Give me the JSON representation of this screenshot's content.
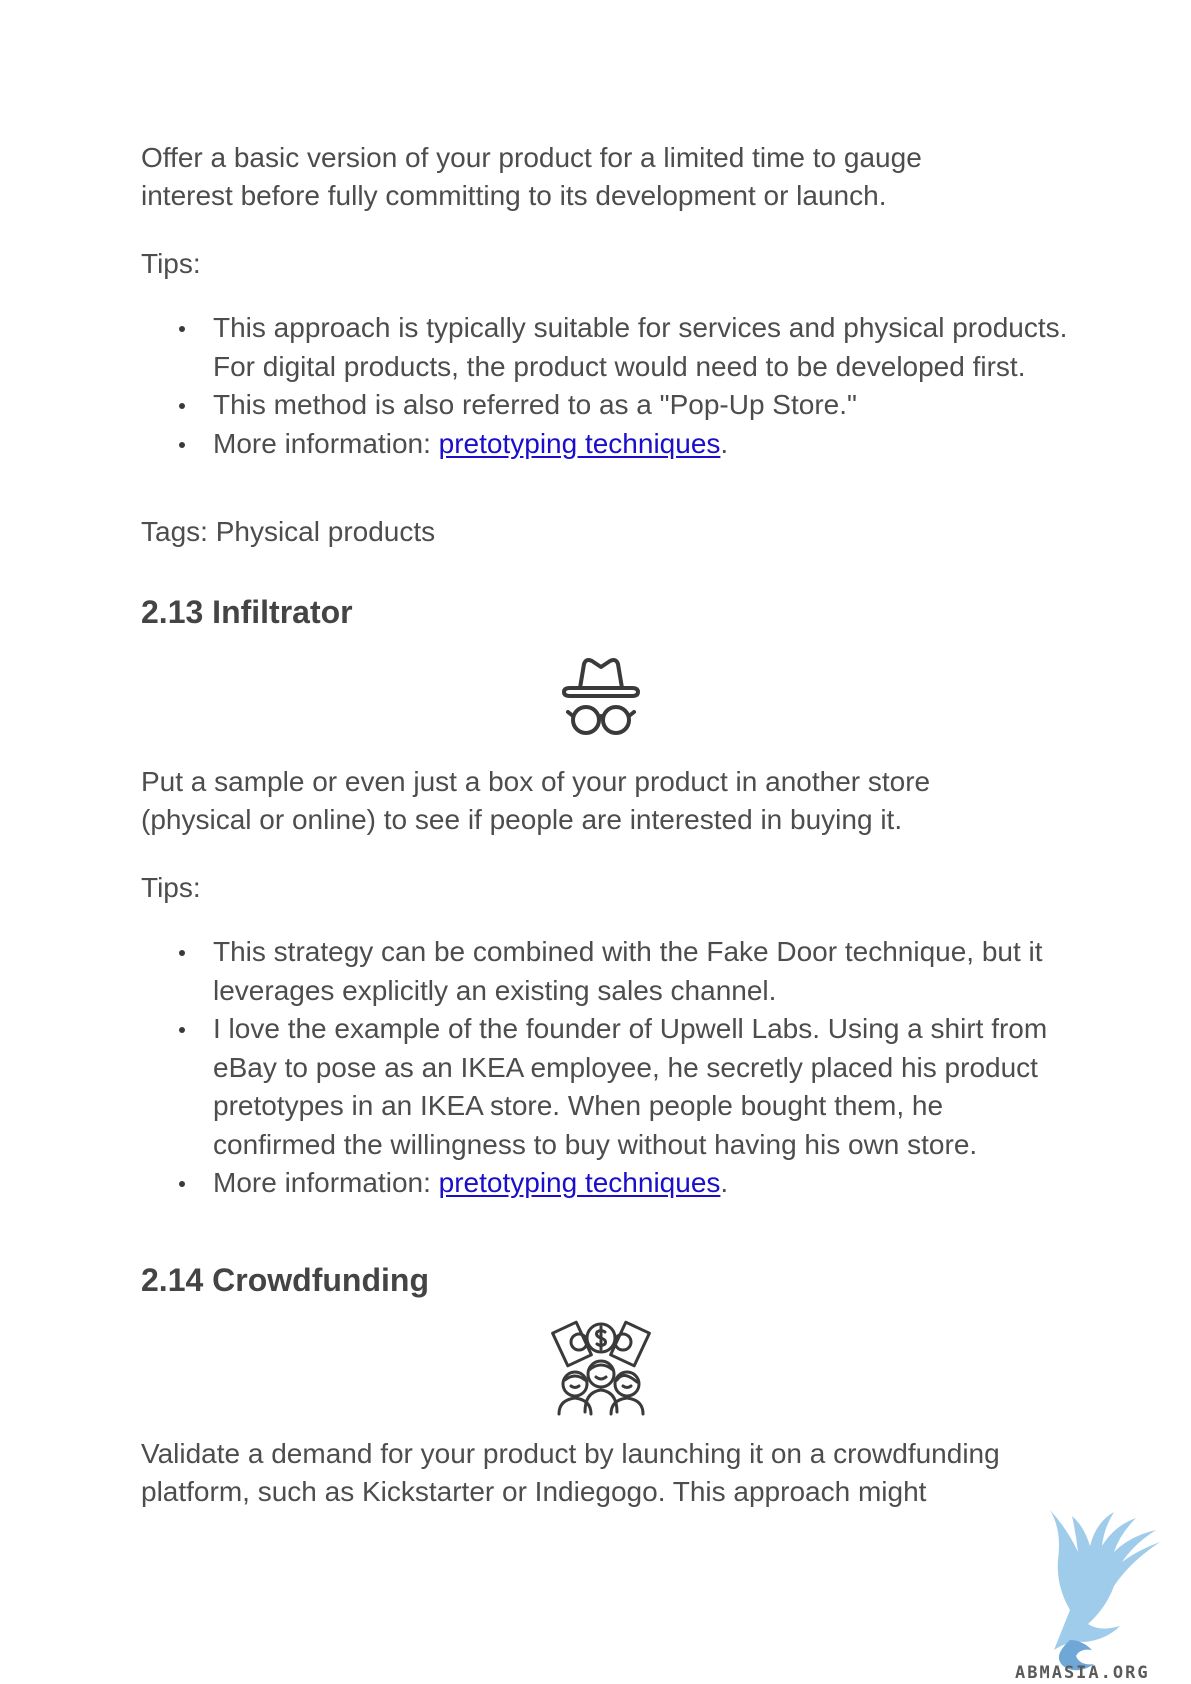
{
  "intro": {
    "paragraph": "Offer a basic version of your product for a limited time to gauge interest before fully committing to its development or launch.",
    "tips_label": "Tips:",
    "tips": [
      "This approach is typically suitable for services and physical products. For digital products, the product would need to be developed first.",
      "This method is also referred to as a \"Pop-Up Store.\""
    ],
    "more_info_prefix": "More information: ",
    "more_info_link": "pretotyping techniques",
    "more_info_suffix": ".",
    "tags": "Tags: Physical products"
  },
  "infiltrator": {
    "heading": "2.13 Infiltrator",
    "icon": "spy-hat-glasses-icon",
    "paragraph": "Put a sample or even just a box of your product in another store (physical or online) to see if people are interested in buying it.",
    "tips_label": "Tips:",
    "tips": [
      "This strategy can be combined with the Fake Door technique, but it leverages explicitly an existing sales channel.",
      "I love the example of the founder of Upwell Labs. Using a shirt from eBay to pose as an IKEA employee, he secretly placed his product pretotypes in an IKEA store. When people bought them, he confirmed the willingness to buy without having his own store."
    ],
    "more_info_prefix": "More information: ",
    "more_info_link": "pretotyping techniques",
    "more_info_suffix": "."
  },
  "crowdfunding": {
    "heading": "2.14 Crowdfunding",
    "icon": "crowdfunding-people-money-icon",
    "paragraph": "Validate a demand for your product by launching it on a crowdfunding platform, such as Kickstarter or Indiegogo. This approach might"
  },
  "watermark": {
    "text": "ABMASIA.ORG",
    "icon": "griffin-logo-icon",
    "color": "#8fc3e8"
  }
}
